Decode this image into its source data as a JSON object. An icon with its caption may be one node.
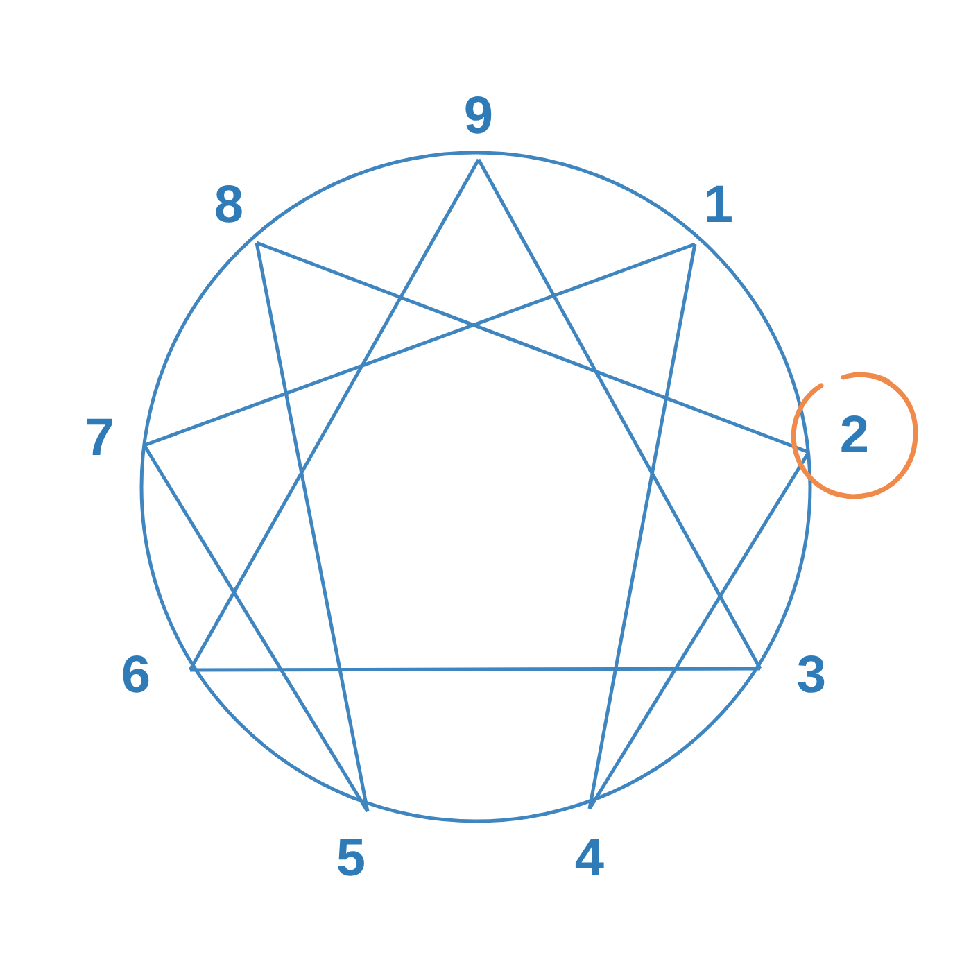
{
  "diagram": {
    "nodes": [
      {
        "text": [
          "9"
        ]
      },
      {
        "text": [
          "8"
        ]
      },
      {
        "text": [
          "1"
        ]
      },
      {
        "text": [
          "7"
        ]
      },
      {
        "text": [
          "2"
        ]
      },
      {
        "text": [
          "6"
        ]
      },
      {
        "text": [
          "3"
        ]
      },
      {
        "text": [
          "5"
        ]
      },
      {
        "text": [
          "4"
        ]
      }
    ],
    "edges": [
      {
        "from": 0,
        "to": 6,
        "arrow": "none"
      },
      {
        "from": 6,
        "to": 5,
        "arrow": "none"
      },
      {
        "from": 5,
        "to": 0,
        "arrow": "none"
      },
      {
        "from": 2,
        "to": 8,
        "arrow": "none"
      },
      {
        "from": 8,
        "to": 4,
        "arrow": "none"
      },
      {
        "from": 4,
        "to": 1,
        "arrow": "none"
      },
      {
        "from": 1,
        "to": 7,
        "arrow": "none"
      },
      {
        "from": 7,
        "to": 3,
        "arrow": "none"
      },
      {
        "from": 3,
        "to": 2,
        "arrow": "none"
      }
    ]
  }
}
